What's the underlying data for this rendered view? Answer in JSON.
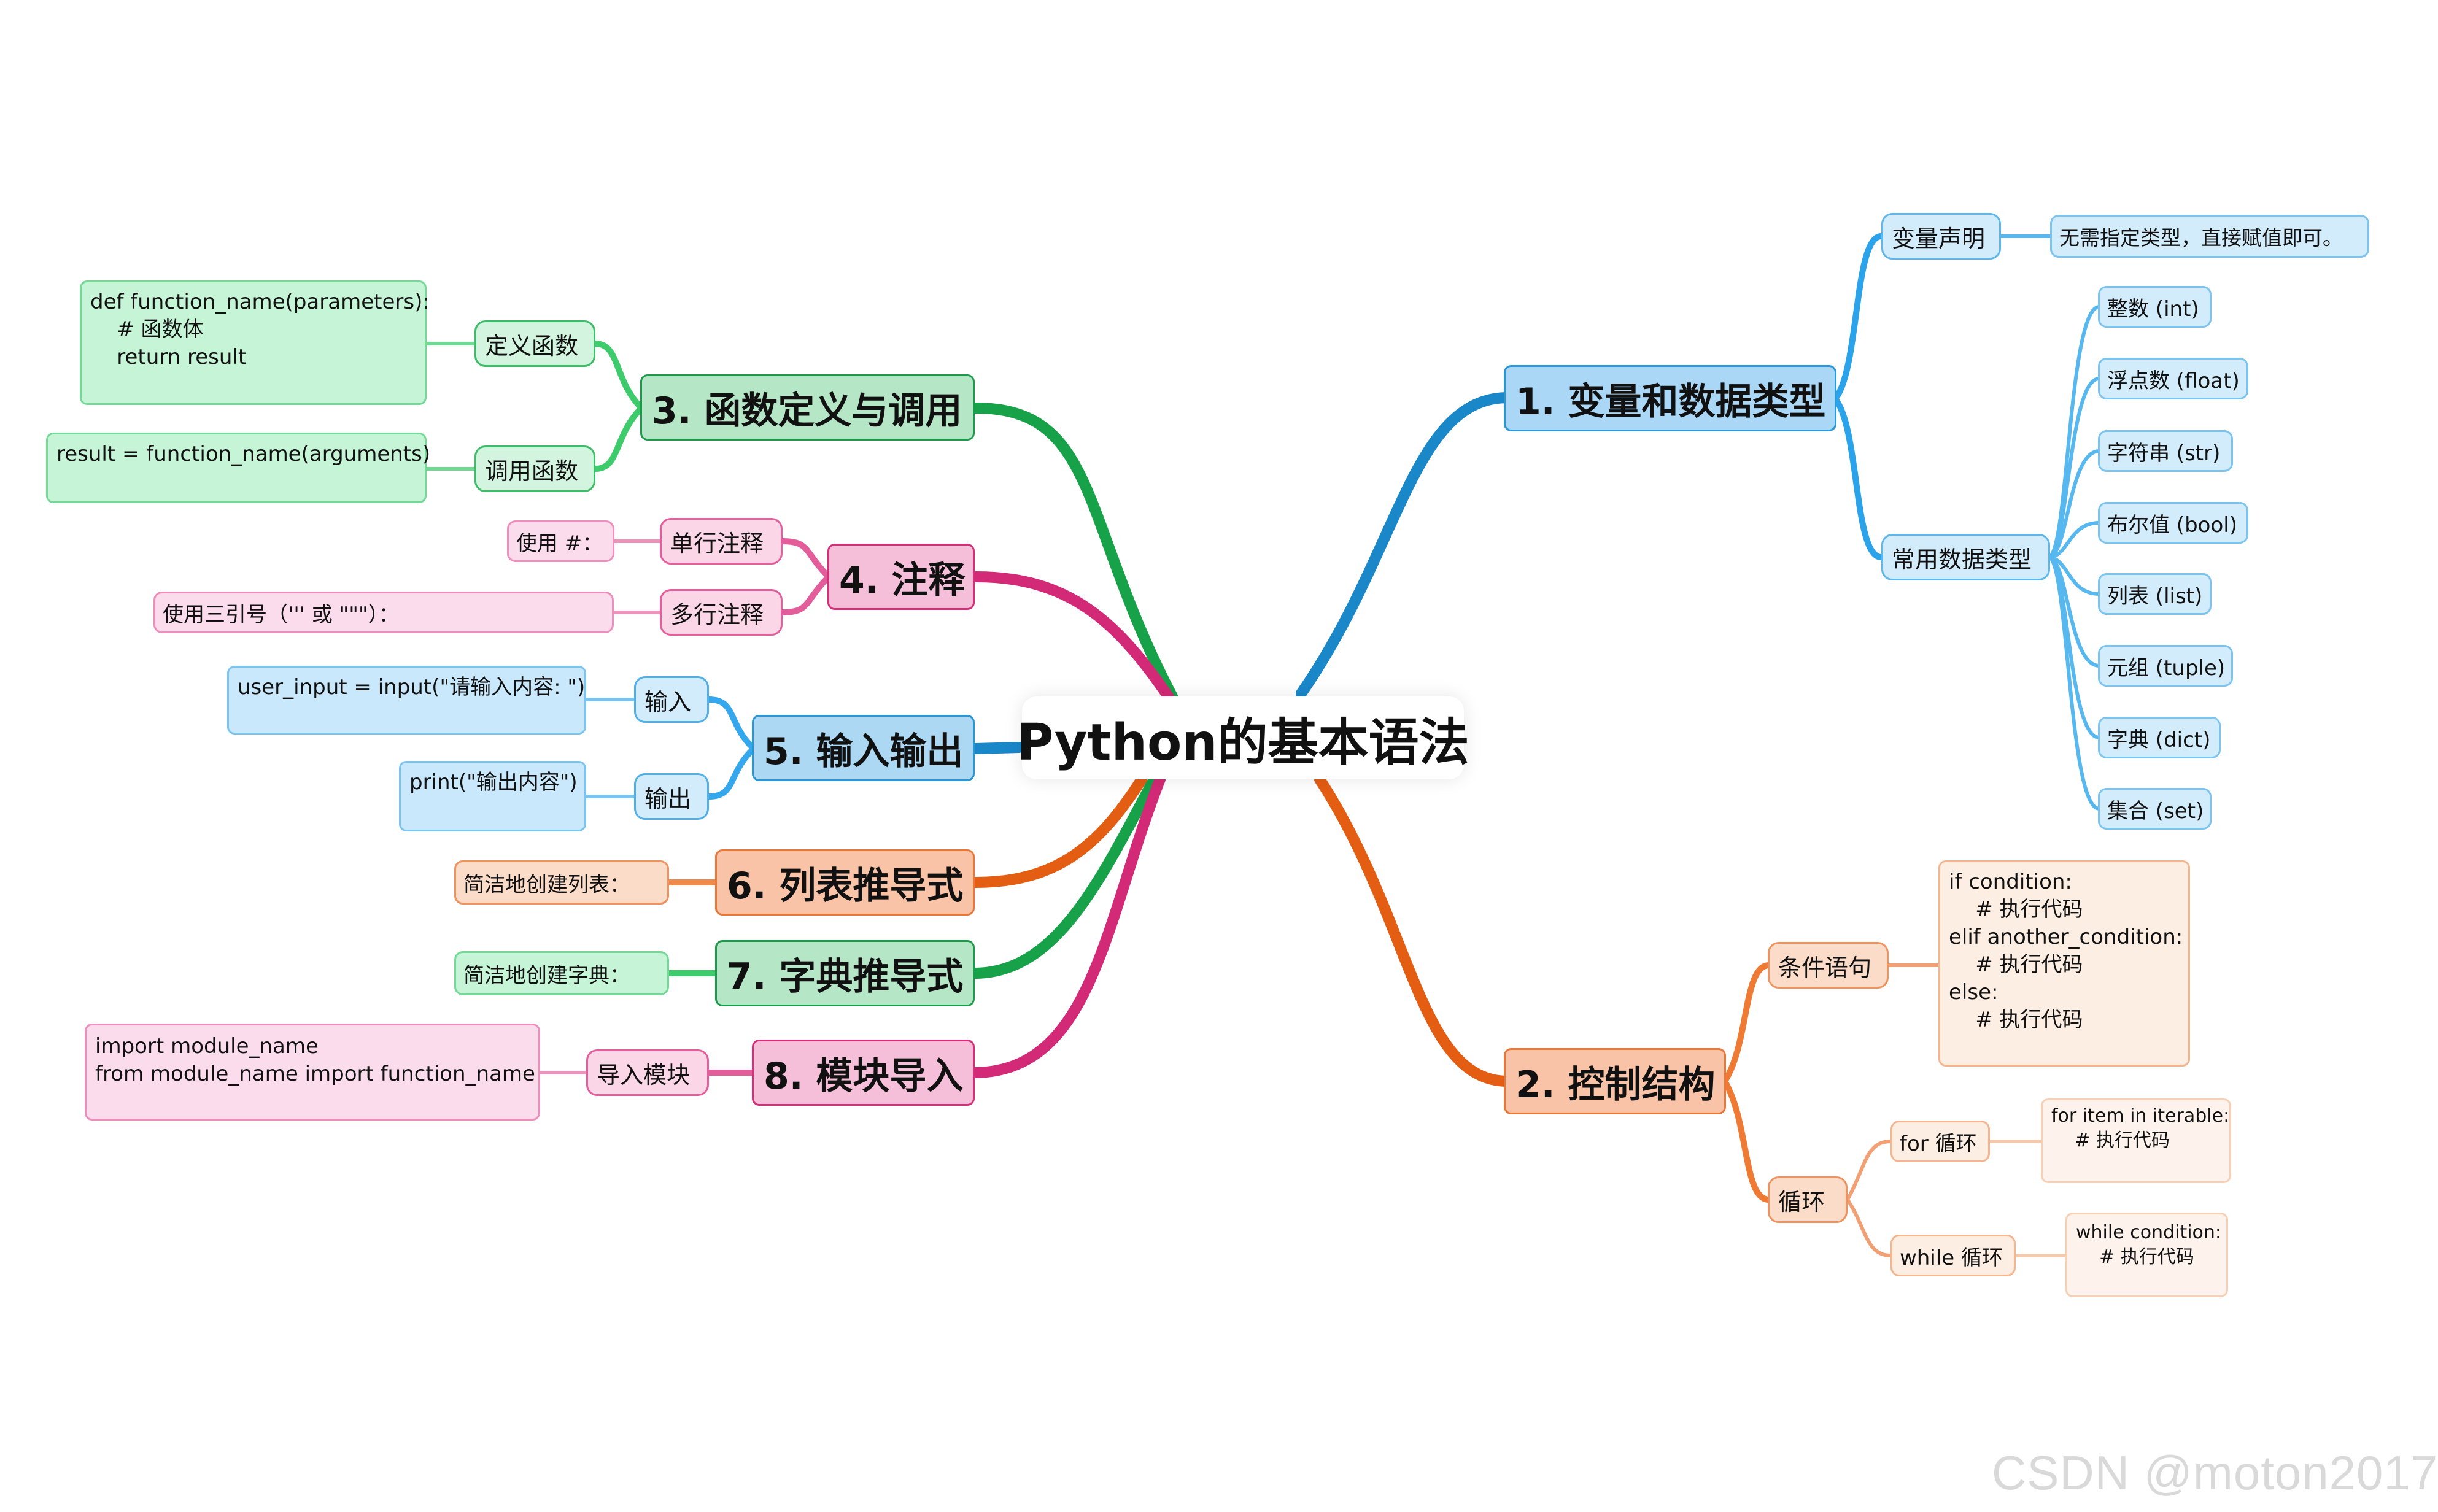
{
  "root": "Python的基本语法",
  "branches": {
    "b1": {
      "title": "1. 变量和数据类型",
      "var_decl": "变量声明",
      "var_decl_note": "无需指定类型，直接赋值即可。",
      "common_types": "常用数据类型",
      "types": [
        "整数 (int)",
        "浮点数 (float)",
        "字符串 (str)",
        "布尔值 (bool)",
        "列表 (list)",
        "元组 (tuple)",
        "字典 (dict)",
        "集合 (set)"
      ]
    },
    "b2": {
      "title": "2. 控制结构",
      "cond": "条件语句",
      "cond_code": "if condition:\n    # 执行代码\nelif another_condition:\n    # 执行代码\nelse:\n    # 执行代码",
      "loop": "循环",
      "for_loop": "for 循环",
      "for_code": "for item in iterable:\n    # 执行代码",
      "while_loop": "while 循环",
      "while_code": "while condition:\n    # 执行代码"
    },
    "b3": {
      "title": "3. 函数定义与调用",
      "define": "定义函数",
      "define_code": "def function_name(parameters):\n    # 函数体\n    return result",
      "call": "调用函数",
      "call_code": "result = function_name(arguments)"
    },
    "b4": {
      "title": "4. 注释",
      "single": "单行注释",
      "single_note": "使用 #：",
      "multi": "多行注释",
      "multi_note": "使用三引号（''' 或 \"\"\"）："
    },
    "b5": {
      "title": "5. 输入输出",
      "input": "输入",
      "input_code": "user_input = input(\"请输入内容: \")",
      "output": "输出",
      "output_code": "print(\"输出内容\")"
    },
    "b6": {
      "title": "6. 列表推导式",
      "note": "简洁地创建列表："
    },
    "b7": {
      "title": "7. 字典推导式",
      "note": "简洁地创建字典："
    },
    "b8": {
      "title": "8. 模块导入",
      "import": "导入模块",
      "import_code": "import module_name\nfrom module_name import function_name"
    }
  },
  "watermark": "CSDN @moton2017",
  "colors": {
    "blue": "#1a8fd6",
    "orange": "#e8601c",
    "green": "#1e9c4b",
    "pink": "#d62f7a",
    "light_blue": "#35a7ec",
    "light_orange": "#f08a4b",
    "light_green": "#3ecb6b",
    "light_pink": "#e35d9b"
  }
}
